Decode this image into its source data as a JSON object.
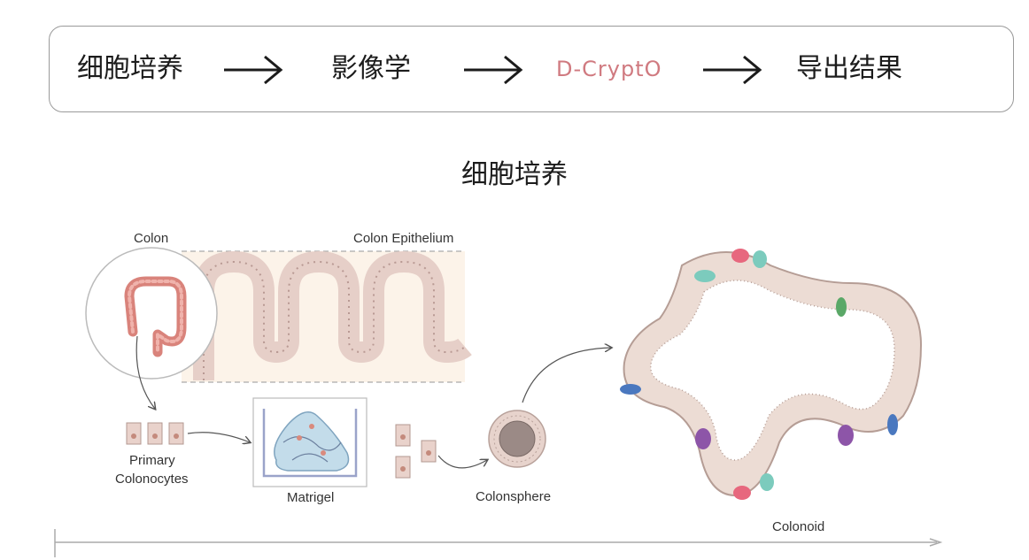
{
  "pipeline": {
    "steps": [
      {
        "label": "细胞培养",
        "highlighted": false
      },
      {
        "label": "影像学",
        "highlighted": false
      },
      {
        "label": "D-CryptO",
        "highlighted": true
      },
      {
        "label": "导出结果",
        "highlighted": false
      }
    ],
    "arrow_icon": "right-arrow-icon",
    "accent_color": "#d07a80"
  },
  "section": {
    "title": "细胞培养"
  },
  "diagram": {
    "labels": {
      "colon": "Colon",
      "epithelium": "Colon Epithelium",
      "primary": "Primary",
      "colonocytes": "Colonocytes",
      "matrigel": "Matrigel",
      "colonsphere": "Colonsphere",
      "colonoid": "Colonoid"
    }
  }
}
